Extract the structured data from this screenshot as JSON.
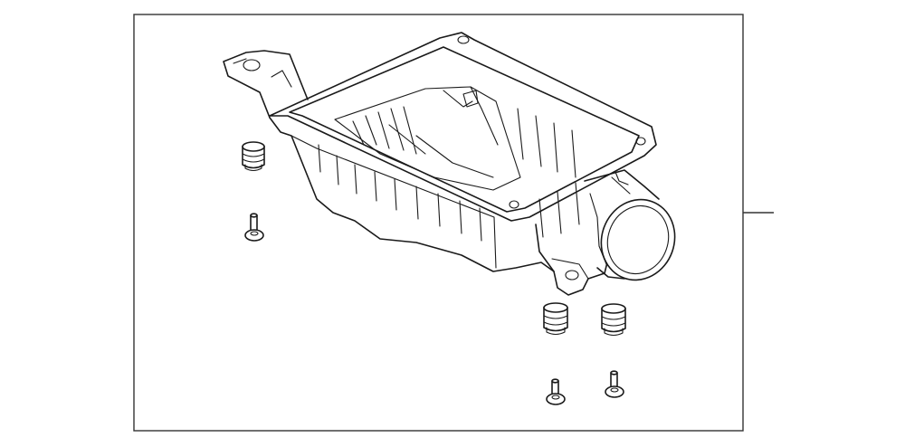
{
  "diagram": {
    "kind": "exploded parts illustration",
    "callout_number": "",
    "parts": [
      "air-cleaner-lower-case",
      "grommet-left",
      "bolt-left",
      "grommet-bottom-left",
      "grommet-bottom-right",
      "bolt-bottom-left",
      "bolt-bottom-right"
    ],
    "colors": {
      "line": "#1a1a1a",
      "background": "#ffffff",
      "frame": "#333333"
    }
  }
}
